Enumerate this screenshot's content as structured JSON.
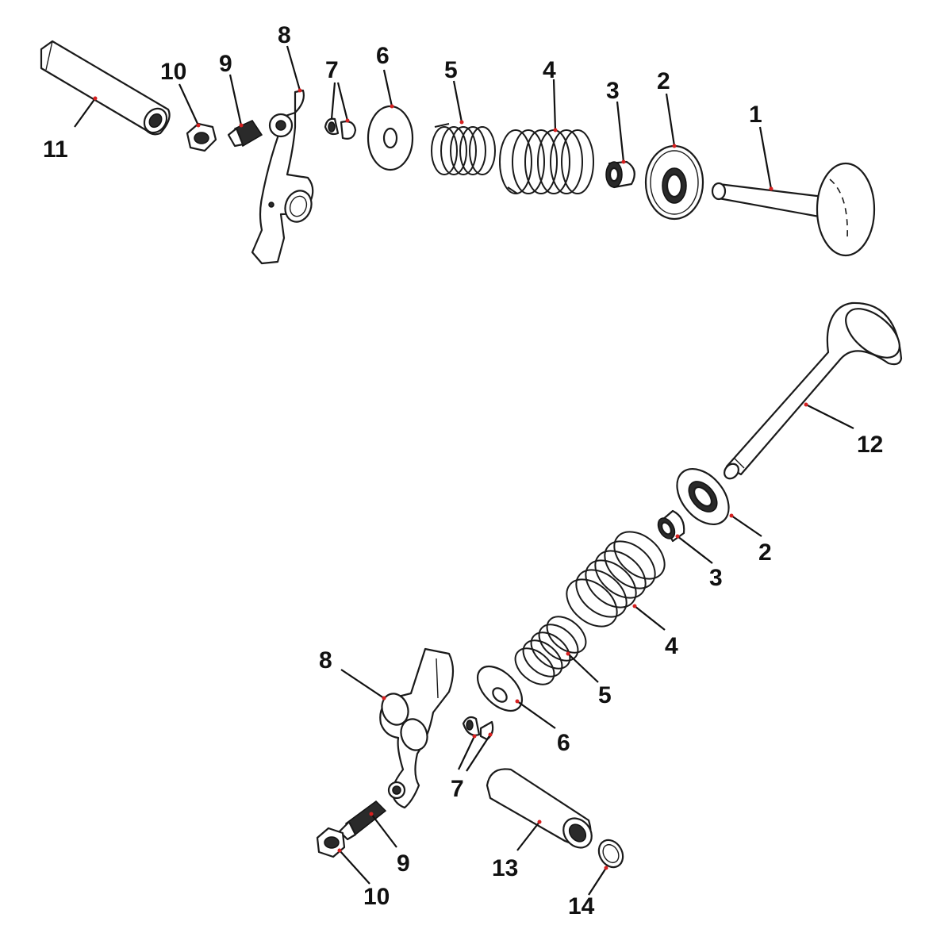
{
  "callouts": {
    "top": {
      "c1": "1",
      "c2": "2",
      "c3": "3",
      "c4": "4",
      "c5": "5",
      "c6": "6",
      "c7": "7",
      "c8": "8",
      "c9": "9",
      "c10": "10",
      "c11": "11"
    },
    "bottom": {
      "c2": "2",
      "c3": "3",
      "c4": "4",
      "c5": "5",
      "c6": "6",
      "c7": "7",
      "c8": "8",
      "c9": "9",
      "c10": "10",
      "c12": "12",
      "c13": "13",
      "c14": "14"
    }
  },
  "colors": {
    "leader_dot": "#d62020",
    "line": "#1a1a1a"
  }
}
